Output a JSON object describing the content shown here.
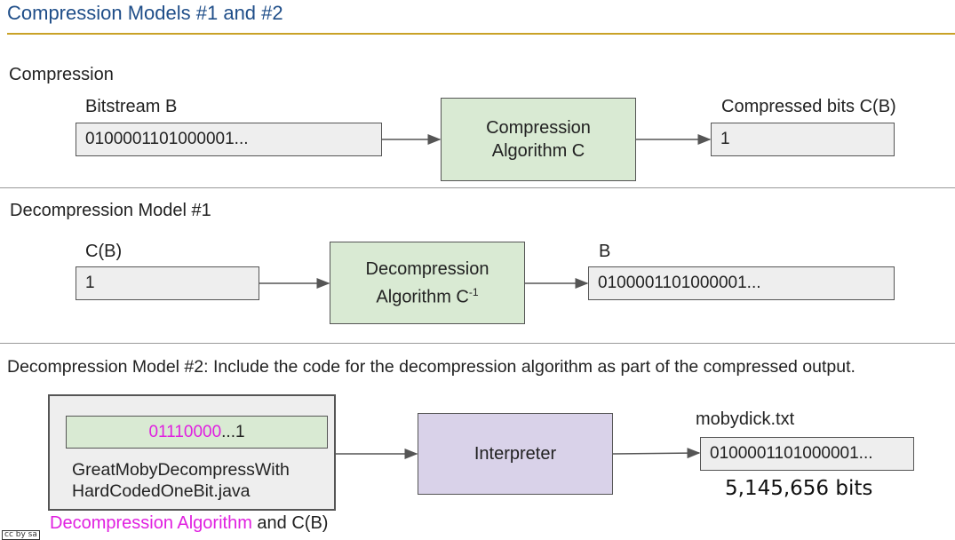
{
  "title": "Compression Models #1 and #2",
  "compression": {
    "heading": "Compression",
    "input_label": "Bitstream B",
    "input_value": "0100001101000001...",
    "algorithm_line1": "Compression",
    "algorithm_line2": "Algorithm C",
    "output_label": "Compressed bits C(B)",
    "output_value": "1"
  },
  "model1": {
    "heading": "Decompression Model #1",
    "input_label": "C(B)",
    "input_value": "1",
    "algorithm_line1": "Decompression",
    "algorithm_line2": "Algorithm C",
    "algorithm_sup": "-1",
    "output_label": "B",
    "output_value": "0100001101000001..."
  },
  "model2": {
    "heading": "Decompression Model #2: Include the code for the decompression algorithm as part of the compressed output.",
    "inner_bits_magenta": "01110000",
    "inner_bits_rest": "...1",
    "file_line1": "GreatMobyDecompressWith",
    "file_line2": "HardCodedOneBit.java",
    "caption_magenta": "Decompression Algorithm",
    "caption_rest": " and C(B)",
    "interpreter_label": "Interpreter",
    "output_label": "mobydick.txt",
    "output_value": "0100001101000001...",
    "bits_count": "5,145,656 bits"
  },
  "license_badge": "cc by sa",
  "colors": {
    "title": "#1f4e89",
    "rule": "#c9a227",
    "green_box": "#d9ead3",
    "purple_box": "#d9d2e9",
    "field": "#eeeeee",
    "magenta": "#e020e0"
  }
}
